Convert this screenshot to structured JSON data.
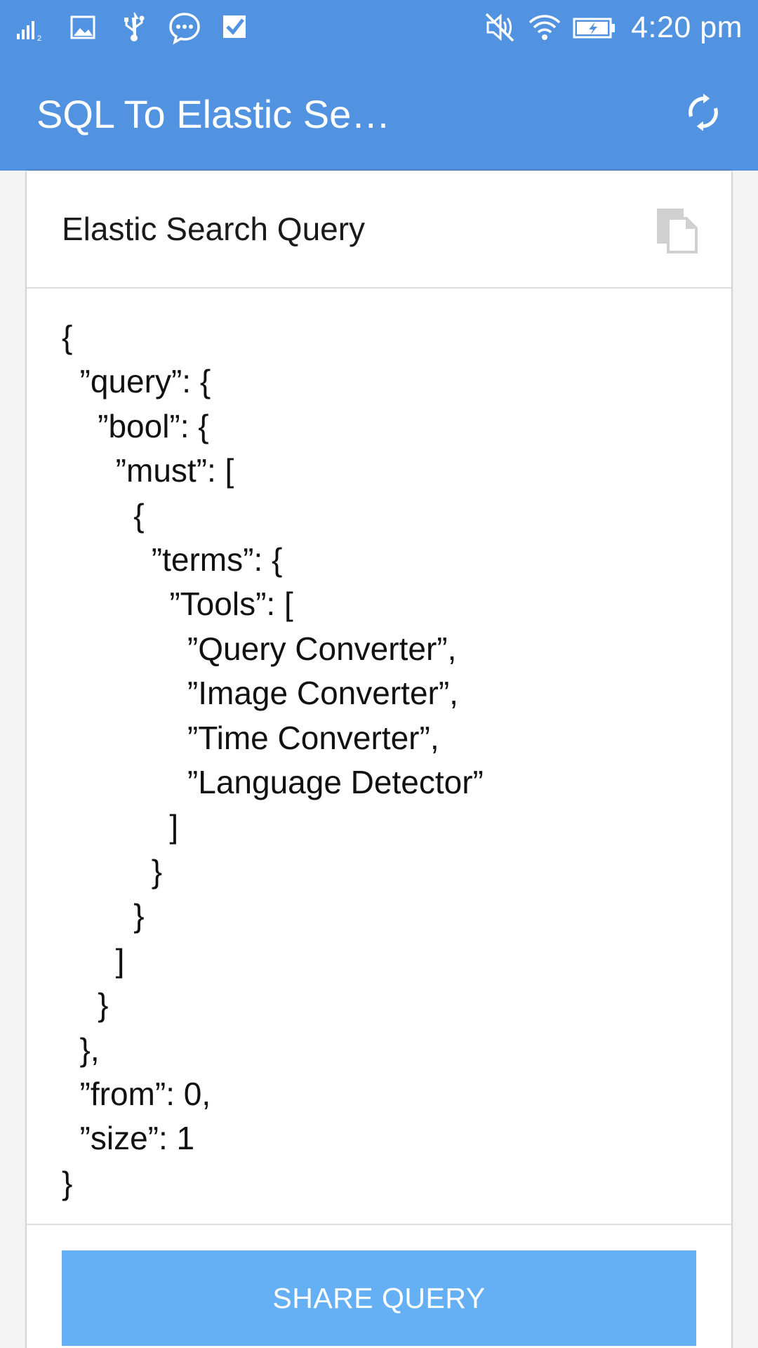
{
  "status_bar": {
    "time": "4:20 pm",
    "left_icons": [
      "signal-icon",
      "image-icon",
      "usb-icon",
      "chat-icon",
      "task-check-icon"
    ],
    "right_icons": [
      "mute-icon",
      "wifi-icon",
      "battery-charging-icon"
    ]
  },
  "app_bar": {
    "title": "SQL To Elastic Se…",
    "refresh_icon": "refresh-icon"
  },
  "card": {
    "title": "Elastic Search Query",
    "copy_icon": "copy-icon",
    "query": "{\n  ”query”: {\n    ”bool”: {\n      ”must”: [\n        {\n          ”terms”: {\n            ”Tools”: [\n              ”Query Converter”,\n              ”Image Converter”,\n              ”Time Converter”,\n              ”Language Detector”\n            ]\n          }\n        }\n      ]\n    }\n  },\n  ”from”: 0,\n  ”size”: 1\n}",
    "share_label": "SHARE QUERY"
  },
  "colors": {
    "primary": "#5293e1",
    "button": "#65b0f5",
    "text": "#111111",
    "divider": "#dcdcdc"
  }
}
